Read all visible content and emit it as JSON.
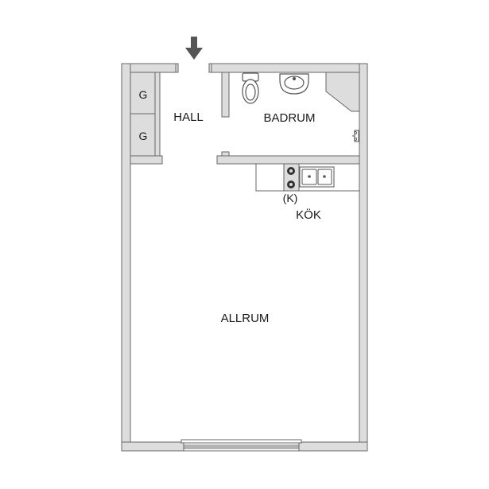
{
  "rooms": {
    "hall": "HALL",
    "badrum": "BADRUM",
    "kok": "KÖK",
    "allrum": "ALLRUM"
  },
  "closets": [
    "G",
    "G"
  ],
  "fixtures": {
    "stove_marker": "(K)"
  },
  "icons": {
    "entrance": "entrance-arrow-icon",
    "toilet": "toilet-icon",
    "sink": "bathroom-sink-icon",
    "faucet": "shower-faucet-icon",
    "stove": "stove-burners-icon",
    "kitchen_sink": "kitchen-sink-icon",
    "window": "balcony-window-icon"
  },
  "colors": {
    "wall": "#dddddd",
    "wall_stroke": "#666666",
    "fixture_fill": "#ffffff",
    "shaft": "#dddddd",
    "arrow": "#555555",
    "burner": "#333333"
  }
}
